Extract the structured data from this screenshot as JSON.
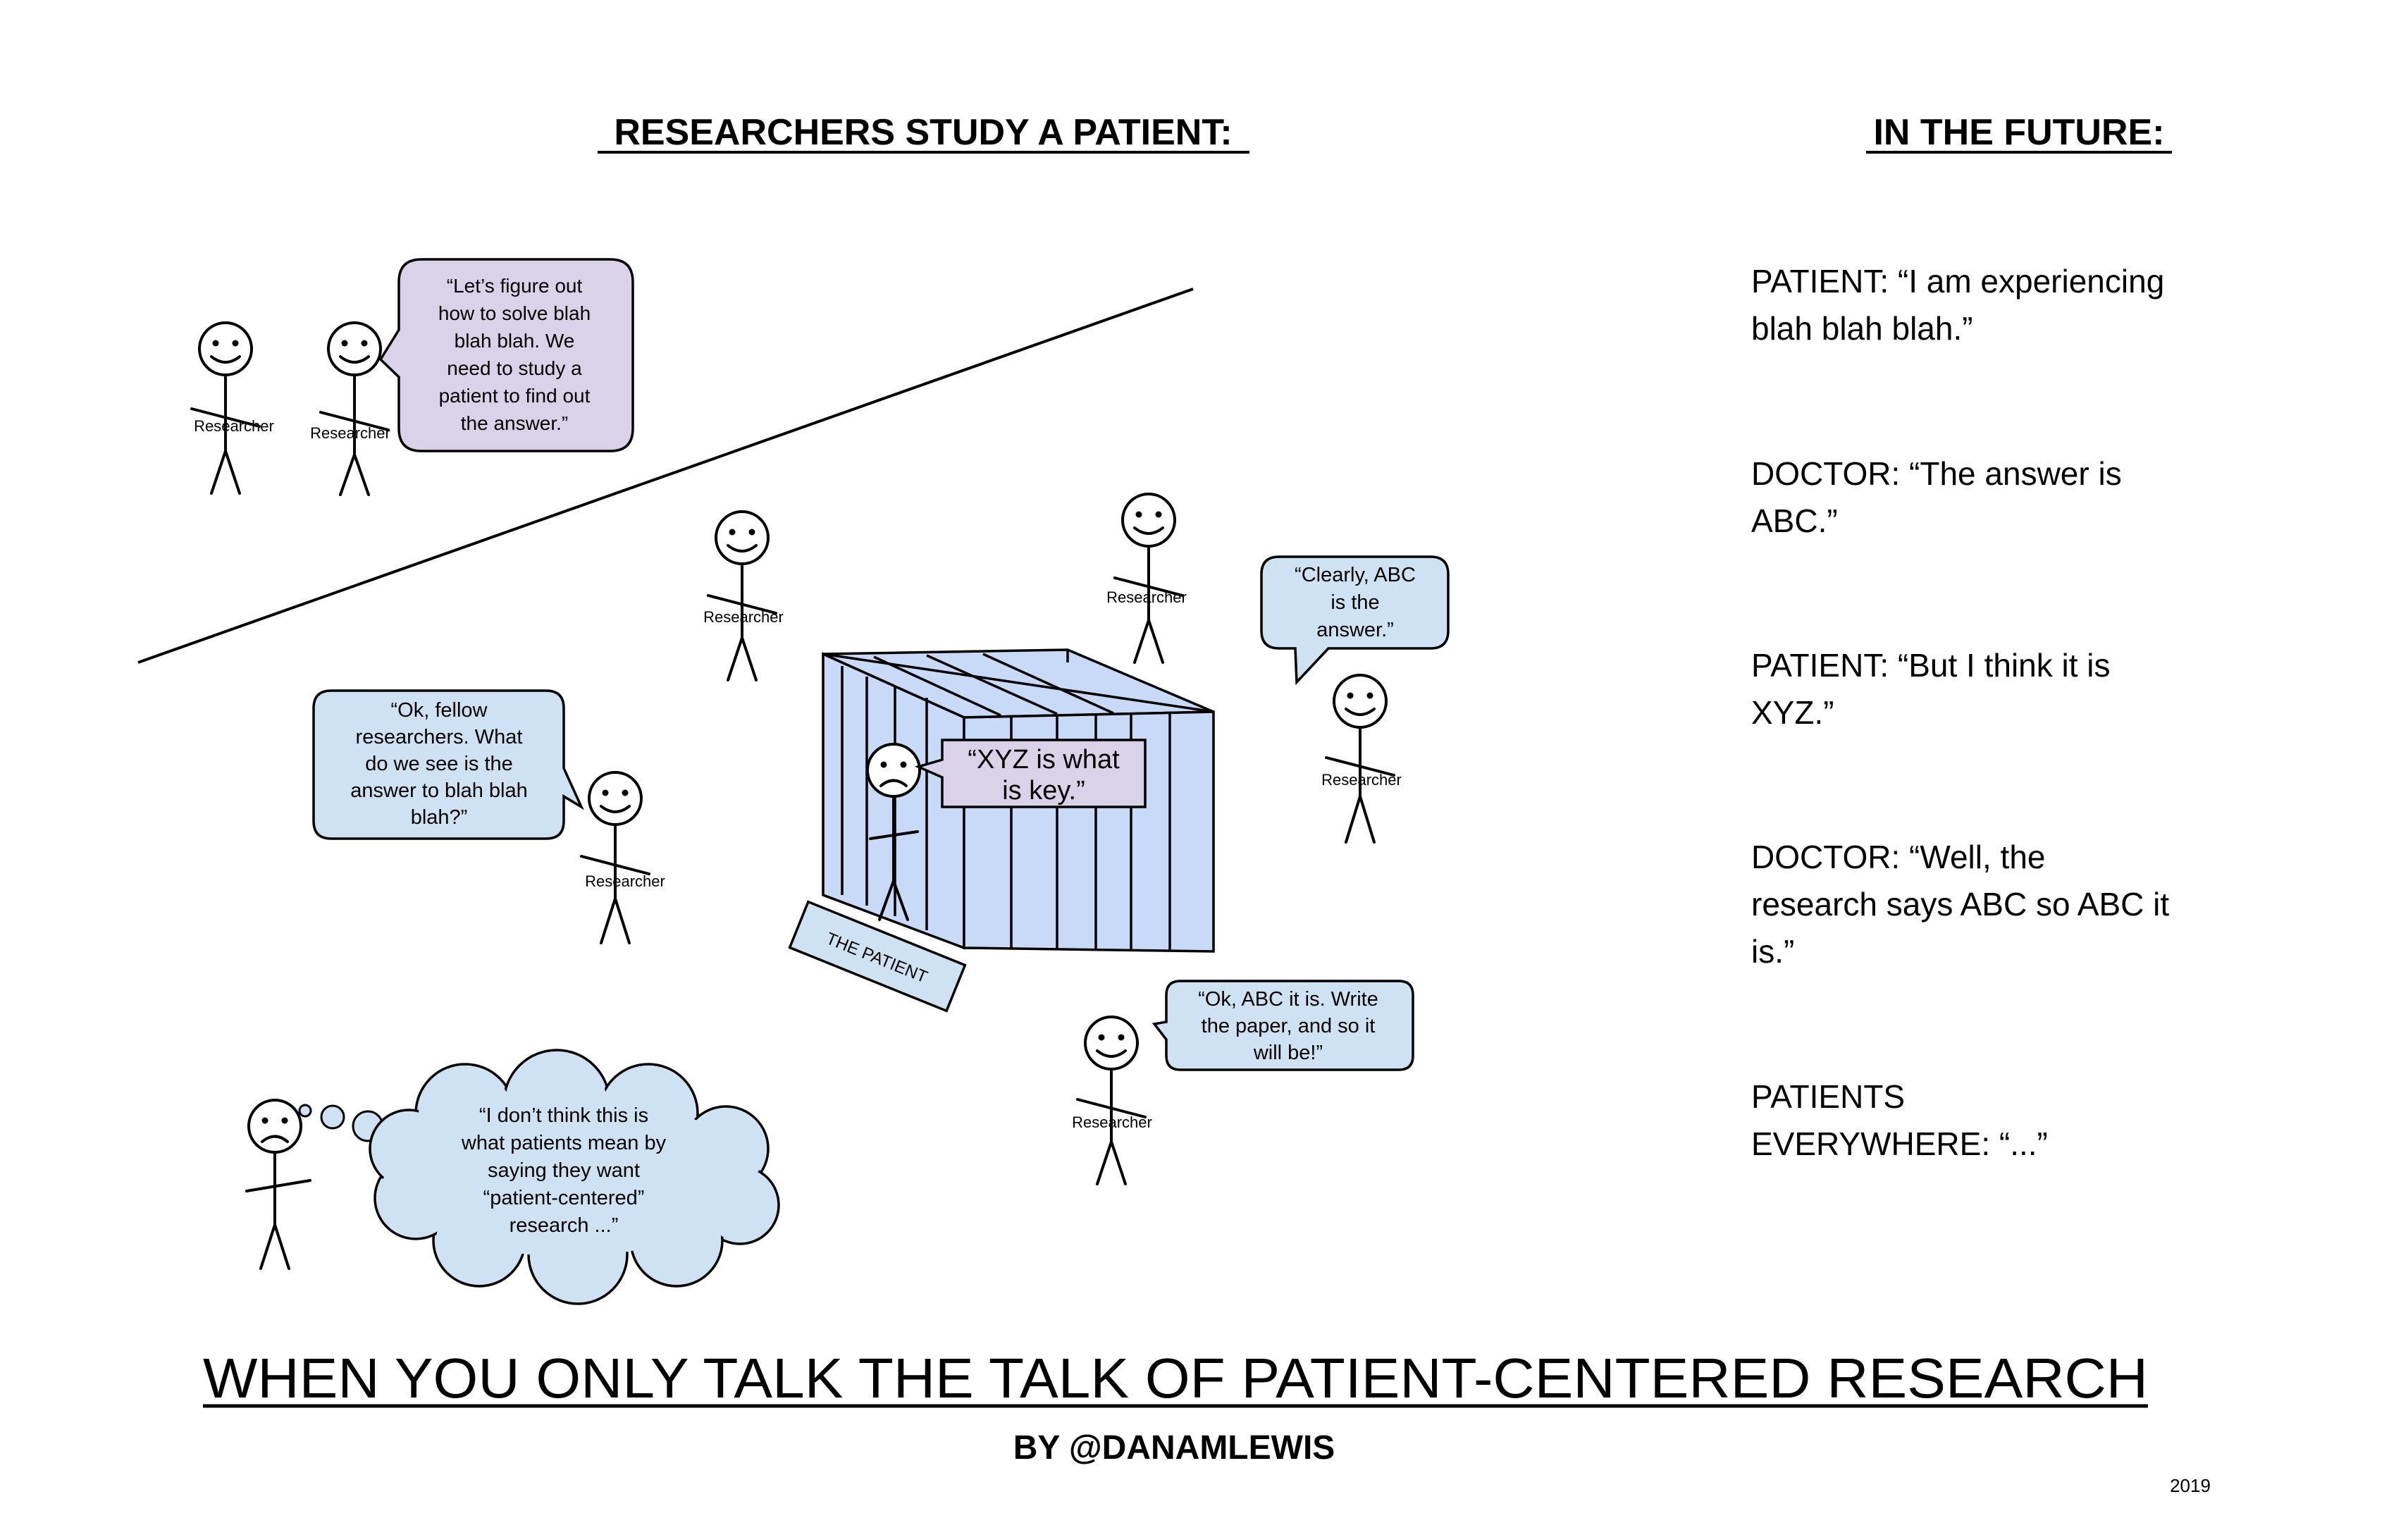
{
  "left_heading": "RESEARCHERS STUDY A PATIENT:",
  "right_heading": "IN THE FUTURE:",
  "researcher_label": "Researcher",
  "patient_sign": "THE PATIENT",
  "bubbles": {
    "top": [
      "“Let’s figure out",
      "how to solve blah",
      "blah blah. We",
      "need to study a",
      "patient to find out",
      "the answer.”"
    ],
    "left": [
      "“Ok, fellow",
      "researchers. What",
      "do we see is the",
      "answer to blah blah",
      "blah?”"
    ],
    "patient": [
      "“XYZ is what",
      "is key.”"
    ],
    "right": [
      "“Clearly, ABC",
      "is the",
      "answer.”"
    ],
    "bottom_right": [
      "“Ok, ABC it is. Write",
      "the paper, and so it",
      "will be!”"
    ],
    "thought": [
      "“I don’t think this is",
      "what patients mean by",
      "saying they want",
      "“patient-centered”",
      "research ...”"
    ]
  },
  "dialogue": [
    [
      "PATIENT:  “I am experiencing",
      "blah blah blah.”"
    ],
    [
      "DOCTOR: “The answer is",
      "ABC.”"
    ],
    [
      "PATIENT: “But I think it is",
      "XYZ.”"
    ],
    [
      "DOCTOR: “Well, the",
      "research says ABC so ABC it",
      "is.”"
    ],
    [
      "PATIENTS",
      "EVERYWHERE: “...”"
    ]
  ],
  "footer_title": "WHEN YOU ONLY TALK THE TALK OF PATIENT-CENTERED RESEARCH",
  "footer_byline": "BY @DANAMLEWIS",
  "year": "2019"
}
